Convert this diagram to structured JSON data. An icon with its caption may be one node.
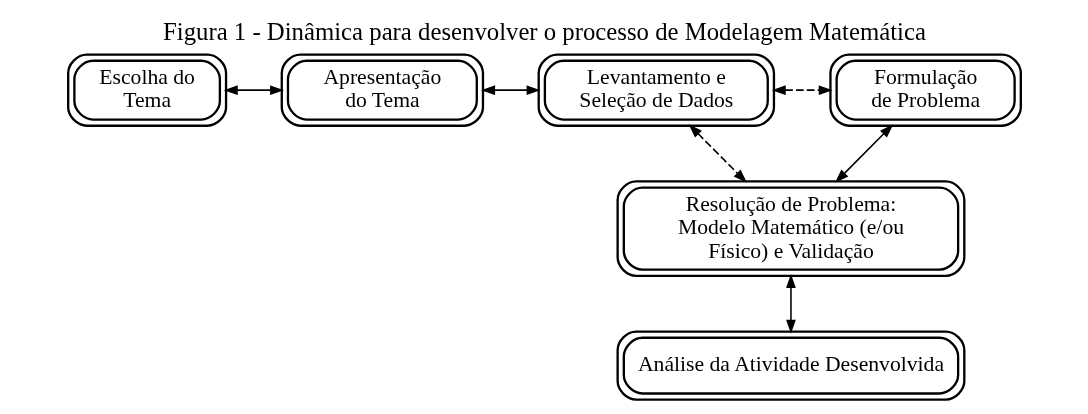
{
  "diagram": {
    "title": "Figura 1 - Dinâmica para desenvolver o processo de Modelagem Matemática",
    "nodes": [
      {
        "text": [
          "Escolha do Tema"
        ]
      },
      {
        "text": [
          "Apresentação do Tema"
        ]
      },
      {
        "text": [
          "Levantamento e Seleção de Dados"
        ]
      },
      {
        "text": [
          "Formulação de Problema"
        ]
      },
      {
        "text": [
          "Resolução de Problema: Modelo Matemático (e/ou Físico) e Validação"
        ]
      },
      {
        "text": [
          "Análise da Atividade Desenvolvida"
        ]
      }
    ],
    "edges": [
      {
        "from": 0,
        "to": 1,
        "arrow": "both"
      },
      {
        "from": 1,
        "to": 2,
        "arrow": "both"
      },
      {
        "from": 2,
        "to": 3,
        "arrow": "both",
        "style": "dashed"
      },
      {
        "from": 3,
        "to": 4,
        "arrow": "both"
      },
      {
        "from": 2,
        "to": 4,
        "arrow": "both",
        "style": "dashed"
      },
      {
        "from": 4,
        "to": 5,
        "arrow": "both"
      }
    ]
  }
}
